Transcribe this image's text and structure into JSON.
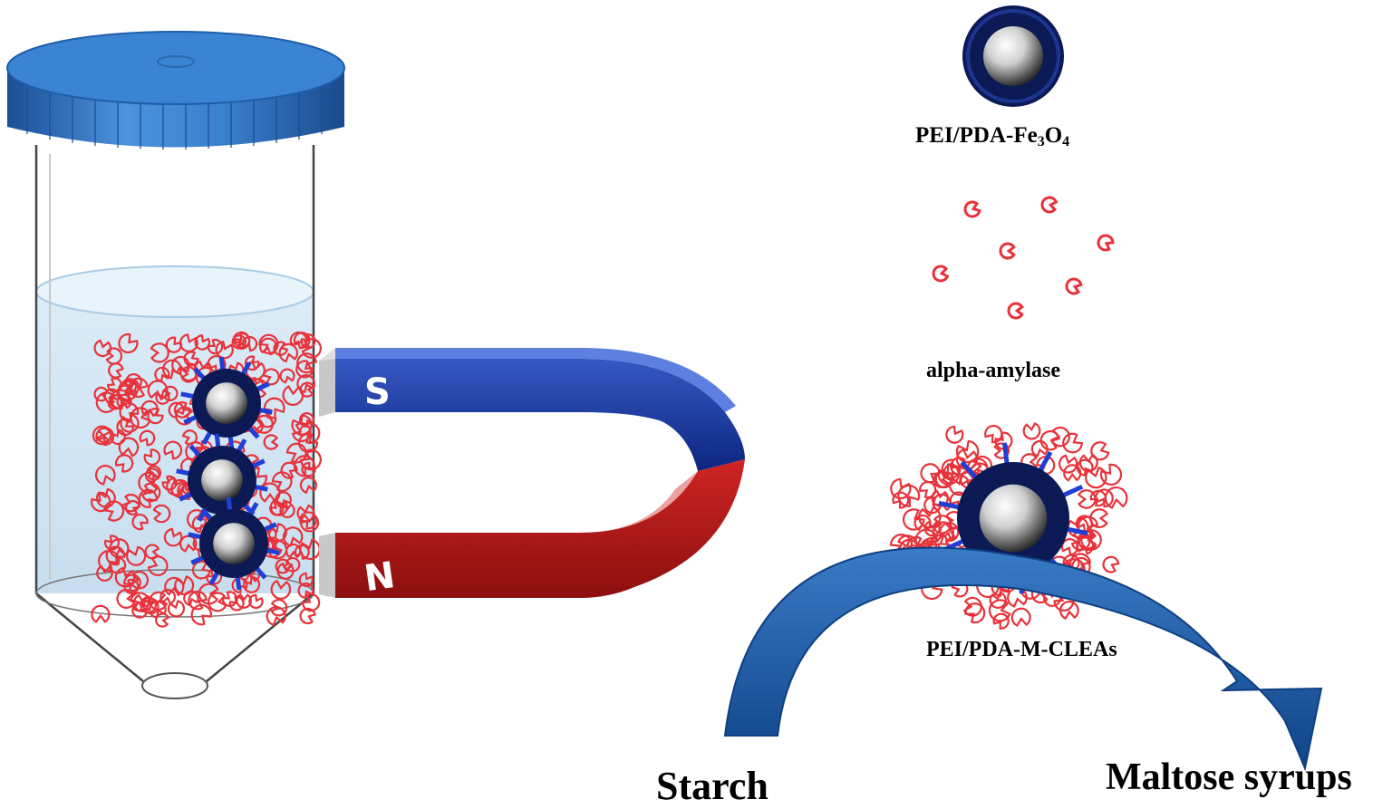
{
  "labels": {
    "particle_prefix": "PEI/PDA-Fe",
    "particle_sub_1": "3",
    "particle_mid": "O",
    "particle_sub_2": "4",
    "enzyme": "alpha-amylase",
    "cleas": "PEI/PDA-M-CLEAs",
    "substrate": "Starch",
    "product": "Maltose syrups"
  },
  "magnet": {
    "south": "S",
    "north": "N"
  },
  "colors": {
    "cap": "#2f74c4",
    "shell": "#0b1a55",
    "magnet_south": "#14379c",
    "magnet_north": "#b01414",
    "enzyme": "#e8323a",
    "arrow": "#1b5aa3",
    "liquid": "#d9eaf5"
  },
  "icons": [
    "centrifuge-tube-icon",
    "horseshoe-magnet-icon",
    "core-shell-nanoparticle-icon",
    "enzyme-icon",
    "curved-arrow-icon"
  ]
}
